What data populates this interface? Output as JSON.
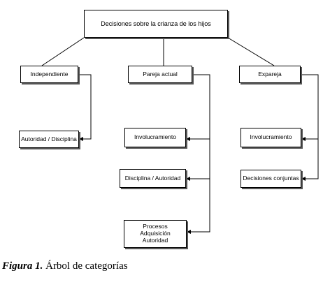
{
  "root": {
    "label": "Decisiones sobre la crianza de los hijos"
  },
  "categories": [
    {
      "label": "Independiente",
      "children": [
        "Autoridad / Disciplina"
      ]
    },
    {
      "label": "Pareja actual",
      "children": [
        "Involucramiento",
        "Disciplina / Autoridad",
        [
          "Procesos",
          "Adquisición",
          "Autoridad"
        ]
      ]
    },
    {
      "label": "Expareja",
      "children": [
        "Involucramiento",
        "Decisiones conjuntas"
      ]
    }
  ],
  "caption": {
    "figure_label": "Figura 1.",
    "title": " Árbol de categorías"
  }
}
